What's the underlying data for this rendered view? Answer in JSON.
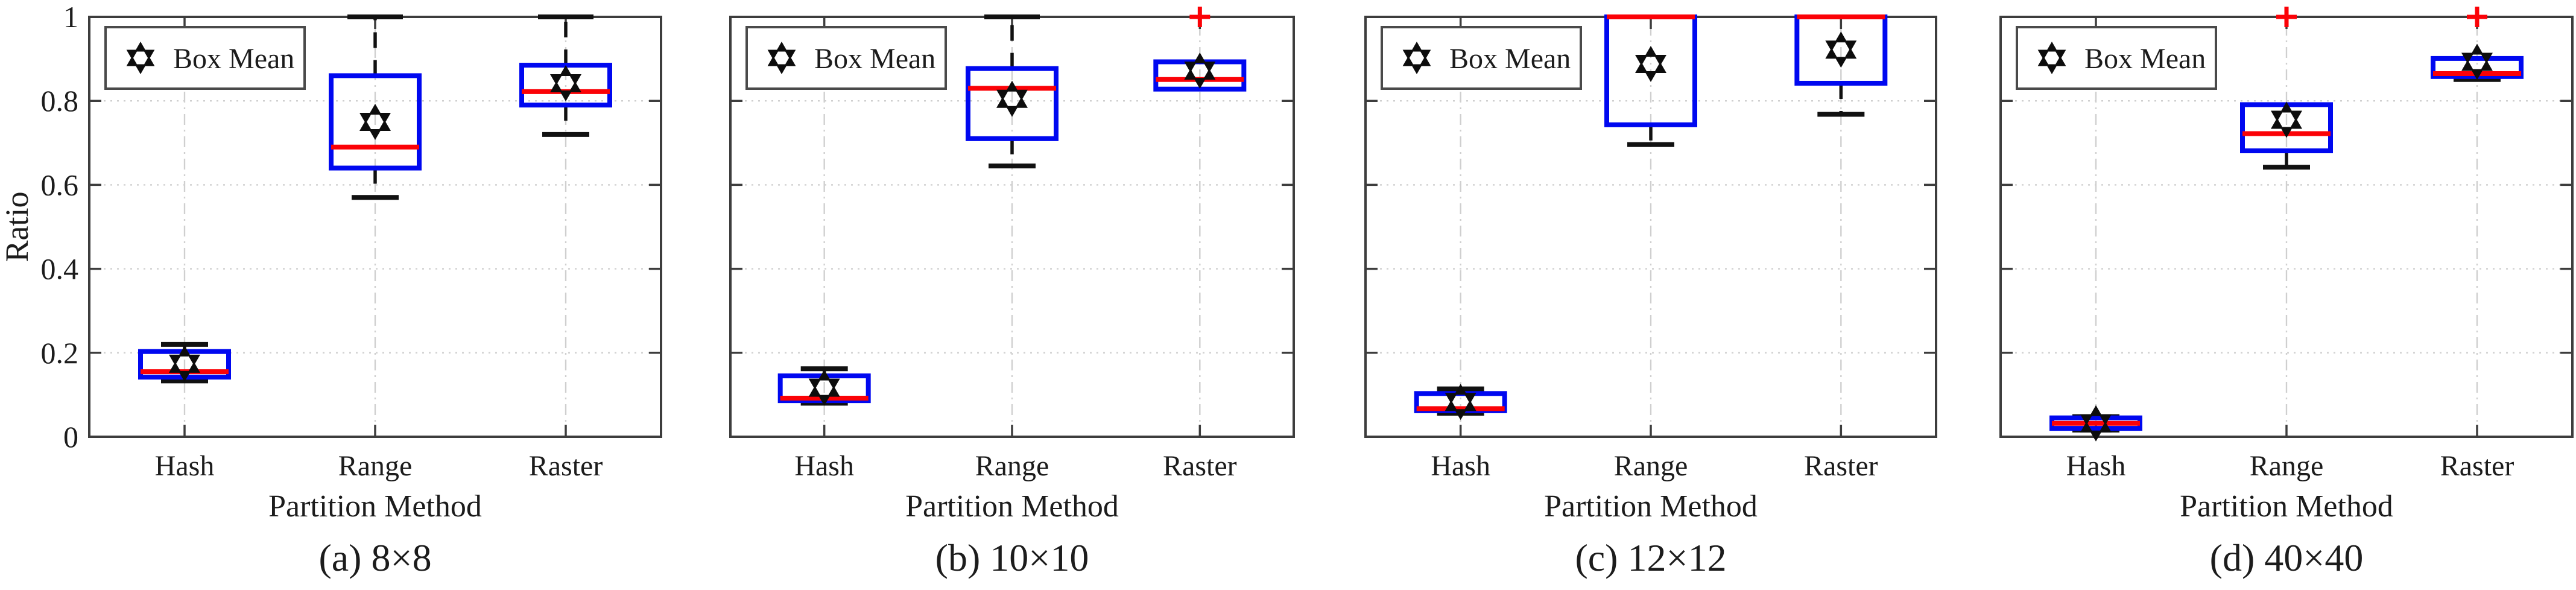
{
  "figure": {
    "title": "",
    "background": "#ffffff"
  },
  "chart_data": {
    "type": "boxplot",
    "ylabel": "Ratio",
    "xlabel": "Partition Method",
    "categories": [
      "Hash",
      "Range",
      "Raster"
    ],
    "ylim": [
      0,
      1
    ],
    "yticks": [
      0,
      0.2,
      0.4,
      0.6,
      0.8,
      1
    ],
    "ytick_labels": [
      "0",
      "0.2",
      "0.4",
      "0.6",
      "0.8",
      "1"
    ],
    "grid": true,
    "legend": {
      "label": "Box Mean",
      "marker": "filled-hexagram",
      "position": "top-left"
    },
    "colors": {
      "box": "#0008f0",
      "median": "#fb0207",
      "whisker": "#111111",
      "mean_marker": "#0d0d0d",
      "outlier": "#fb0207",
      "grid": "#cfcfcf",
      "axis": "#3d3d3d",
      "text": "#1c1c1c"
    },
    "subplots": [
      {
        "caption": "(a) 8×8",
        "show_y_labels": true,
        "boxes": [
          {
            "category": "Hash",
            "whislo": 0.133,
            "q1": 0.142,
            "med": 0.155,
            "q3": 0.203,
            "whishi": 0.22,
            "mean": 0.174,
            "outliers": []
          },
          {
            "category": "Range",
            "whislo": 0.57,
            "q1": 0.64,
            "med": 0.69,
            "q3": 0.86,
            "whishi": 1.0,
            "mean": 0.75,
            "outliers": []
          },
          {
            "category": "Raster",
            "whislo": 0.72,
            "q1": 0.79,
            "med": 0.822,
            "q3": 0.885,
            "whishi": 1.0,
            "mean": 0.842,
            "outliers": []
          }
        ]
      },
      {
        "caption": "(b) 10×10",
        "show_y_labels": false,
        "boxes": [
          {
            "category": "Hash",
            "whislo": 0.08,
            "q1": 0.086,
            "med": 0.092,
            "q3": 0.145,
            "whishi": 0.162,
            "mean": 0.117,
            "outliers": []
          },
          {
            "category": "Range",
            "whislo": 0.645,
            "q1": 0.71,
            "med": 0.83,
            "q3": 0.877,
            "whishi": 1.0,
            "mean": 0.805,
            "outliers": []
          },
          {
            "category": "Raster",
            "whislo": null,
            "q1": 0.828,
            "med": 0.851,
            "q3": 0.893,
            "whishi": null,
            "mean": 0.872,
            "outliers": [
              1.0
            ]
          }
        ]
      },
      {
        "caption": "(c) 12×12",
        "show_y_labels": false,
        "boxes": [
          {
            "category": "Hash",
            "whislo": 0.056,
            "q1": 0.062,
            "med": 0.067,
            "q3": 0.103,
            "whishi": 0.114,
            "mean": 0.083,
            "outliers": []
          },
          {
            "category": "Range",
            "whislo": 0.696,
            "q1": 0.743,
            "med": 1.0,
            "q3": 1.0,
            "whishi": null,
            "mean": 0.888,
            "outliers": []
          },
          {
            "category": "Raster",
            "whislo": 0.768,
            "q1": 0.842,
            "med": 1.0,
            "q3": 1.0,
            "whishi": null,
            "mean": 0.922,
            "outliers": []
          }
        ]
      },
      {
        "caption": "(d) 40×40",
        "show_y_labels": false,
        "boxes": [
          {
            "category": "Hash",
            "whislo": 0.016,
            "q1": 0.02,
            "med": 0.032,
            "q3": 0.045,
            "whishi": 0.048,
            "mean": 0.032,
            "outliers": []
          },
          {
            "category": "Range",
            "whislo": 0.642,
            "q1": 0.681,
            "med": 0.722,
            "q3": 0.791,
            "whishi": null,
            "mean": 0.755,
            "outliers": [
              1.0
            ]
          },
          {
            "category": "Raster",
            "whislo": 0.851,
            "q1": 0.858,
            "med": 0.865,
            "q3": 0.901,
            "whishi": null,
            "mean": 0.893,
            "outliers": [
              1.0
            ]
          }
        ]
      }
    ]
  }
}
